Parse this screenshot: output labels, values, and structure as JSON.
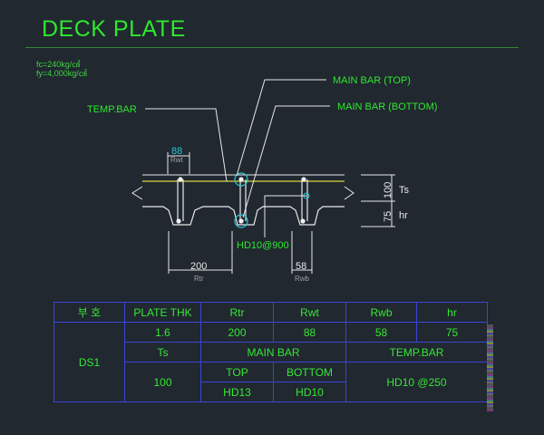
{
  "title": "DECK PLATE",
  "materials": {
    "fc": "fc=240kg/㎠",
    "fy": "fy=4,000kg/㎠"
  },
  "drawing": {
    "labels": {
      "main_bar_top": "MAIN BAR (TOP)",
      "main_bar_bottom": "MAIN BAR (BOTTOM)",
      "temp_bar": "TEMP.BAR",
      "rebar_spec": "HD10@900"
    },
    "dims": {
      "rwt_value": "88",
      "rwt_label": "Rwt",
      "rtr_value": "200",
      "rtr_label": "Rtr",
      "rwb_value": "58",
      "rwb_label": "Rwb",
      "ts_value": "100",
      "ts_label": "Ts",
      "hr_value": "75",
      "hr_label": "hr"
    }
  },
  "table": {
    "header": [
      "부   호",
      "PLATE THK",
      "Rtr",
      "Rwt",
      "Rwb",
      "hr"
    ],
    "row1": [
      "DS1",
      "1.6",
      "200",
      "88",
      "58",
      "75"
    ],
    "row2_headers": [
      "Ts",
      "MAIN BAR",
      "TEMP.BAR"
    ],
    "row3_headers": [
      "TOP",
      "BOTTOM"
    ],
    "ts_value": "100",
    "main_top": "HD13",
    "main_bottom": "HD10",
    "temp_bar": "HD10 @250"
  },
  "colors": {
    "background": "#212830",
    "text_green": "#2ee82e",
    "line_yellow": "#d8d840",
    "line_cyan": "#29c7d8",
    "line_white": "#e8e8e8",
    "table_border": "#3a45d6"
  }
}
